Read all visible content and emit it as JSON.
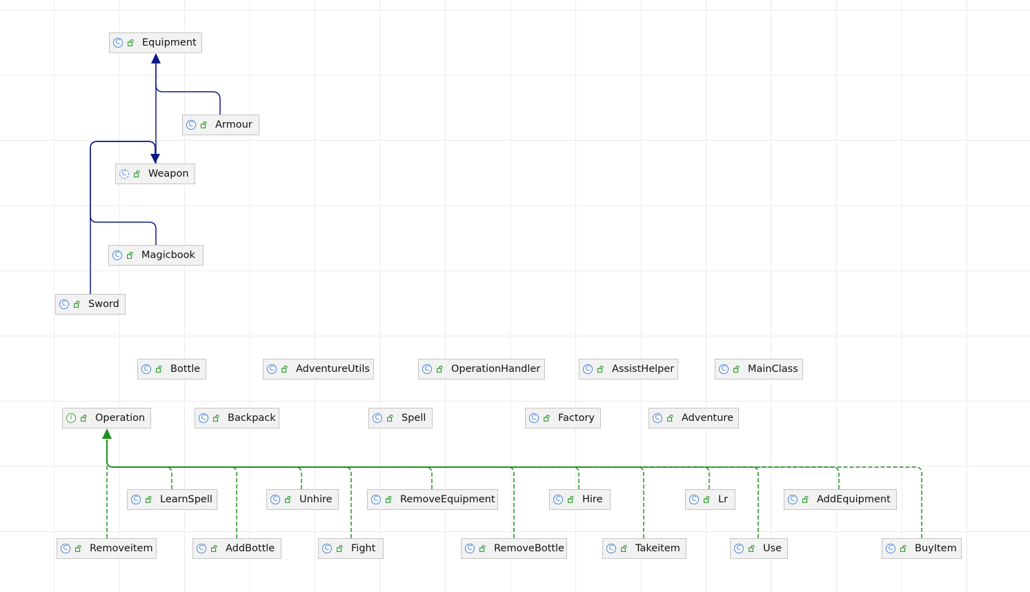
{
  "colors": {
    "inheritance": "#0b1a85",
    "implementation": "#1d8f1d",
    "class_icon": "#3f7fd4",
    "interface_icon": "#3c9c3c",
    "visibility_icon": "#2a9a2a"
  },
  "nodes": [
    {
      "id": "equipment",
      "label": "Equipment",
      "kind": "class",
      "kind_glyph": "C"
    },
    {
      "id": "armour",
      "label": "Armour",
      "kind": "class",
      "kind_glyph": "C"
    },
    {
      "id": "weapon",
      "label": "Weapon",
      "kind": "abstract",
      "kind_glyph": "C"
    },
    {
      "id": "magicbook",
      "label": "Magicbook",
      "kind": "class",
      "kind_glyph": "C"
    },
    {
      "id": "sword",
      "label": "Sword",
      "kind": "class",
      "kind_glyph": "C"
    },
    {
      "id": "bottle",
      "label": "Bottle",
      "kind": "class",
      "kind_glyph": "C"
    },
    {
      "id": "adventureutils",
      "label": "AdventureUtils",
      "kind": "class",
      "kind_glyph": "C"
    },
    {
      "id": "operationhandler",
      "label": "OperationHandler",
      "kind": "class",
      "kind_glyph": "C"
    },
    {
      "id": "assisthelper",
      "label": "AssistHelper",
      "kind": "class",
      "kind_glyph": "C"
    },
    {
      "id": "mainclass",
      "label": "MainClass",
      "kind": "class",
      "kind_glyph": "C"
    },
    {
      "id": "operation",
      "label": "Operation",
      "kind": "interface",
      "kind_glyph": "I"
    },
    {
      "id": "backpack",
      "label": "Backpack",
      "kind": "class",
      "kind_glyph": "C"
    },
    {
      "id": "spell",
      "label": "Spell",
      "kind": "class",
      "kind_glyph": "C"
    },
    {
      "id": "factory",
      "label": "Factory",
      "kind": "class",
      "kind_glyph": "C"
    },
    {
      "id": "adventure",
      "label": "Adventure",
      "kind": "class",
      "kind_glyph": "C"
    },
    {
      "id": "learnspell",
      "label": "LearnSpell",
      "kind": "class",
      "kind_glyph": "C"
    },
    {
      "id": "unhire",
      "label": "Unhire",
      "kind": "class",
      "kind_glyph": "C"
    },
    {
      "id": "removeequipment",
      "label": "RemoveEquipment",
      "kind": "class",
      "kind_glyph": "C"
    },
    {
      "id": "hire",
      "label": "Hire",
      "kind": "class",
      "kind_glyph": "C"
    },
    {
      "id": "lr",
      "label": "Lr",
      "kind": "class",
      "kind_glyph": "C"
    },
    {
      "id": "addequipment",
      "label": "AddEquipment",
      "kind": "class",
      "kind_glyph": "C"
    },
    {
      "id": "removeitem",
      "label": "Removeitem",
      "kind": "class",
      "kind_glyph": "C"
    },
    {
      "id": "addbottle",
      "label": "AddBottle",
      "kind": "class",
      "kind_glyph": "C"
    },
    {
      "id": "fight",
      "label": "Fight",
      "kind": "class",
      "kind_glyph": "C"
    },
    {
      "id": "removebottle",
      "label": "RemoveBottle",
      "kind": "class",
      "kind_glyph": "C"
    },
    {
      "id": "takeitem",
      "label": "Takeitem",
      "kind": "class",
      "kind_glyph": "C"
    },
    {
      "id": "use",
      "label": "Use",
      "kind": "class",
      "kind_glyph": "C"
    },
    {
      "id": "buyitem",
      "label": "BuyItem",
      "kind": "class",
      "kind_glyph": "C"
    }
  ],
  "edges": [
    {
      "from": "armour",
      "to": "equipment",
      "type": "extends"
    },
    {
      "from": "weapon",
      "to": "equipment",
      "type": "extends"
    },
    {
      "from": "magicbook",
      "to": "weapon",
      "type": "extends"
    },
    {
      "from": "sword",
      "to": "weapon",
      "type": "extends"
    },
    {
      "from": "removeitem",
      "to": "operation",
      "type": "implements"
    },
    {
      "from": "learnspell",
      "to": "operation",
      "type": "implements"
    },
    {
      "from": "addbottle",
      "to": "operation",
      "type": "implements"
    },
    {
      "from": "unhire",
      "to": "operation",
      "type": "implements"
    },
    {
      "from": "fight",
      "to": "operation",
      "type": "implements"
    },
    {
      "from": "removeequipment",
      "to": "operation",
      "type": "implements"
    },
    {
      "from": "removebottle",
      "to": "operation",
      "type": "implements"
    },
    {
      "from": "hire",
      "to": "operation",
      "type": "implements"
    },
    {
      "from": "takeitem",
      "to": "operation",
      "type": "implements"
    },
    {
      "from": "lr",
      "to": "operation",
      "type": "implements"
    },
    {
      "from": "use",
      "to": "operation",
      "type": "implements"
    },
    {
      "from": "addequipment",
      "to": "operation",
      "type": "implements"
    },
    {
      "from": "buyitem",
      "to": "operation",
      "type": "implements"
    }
  ]
}
